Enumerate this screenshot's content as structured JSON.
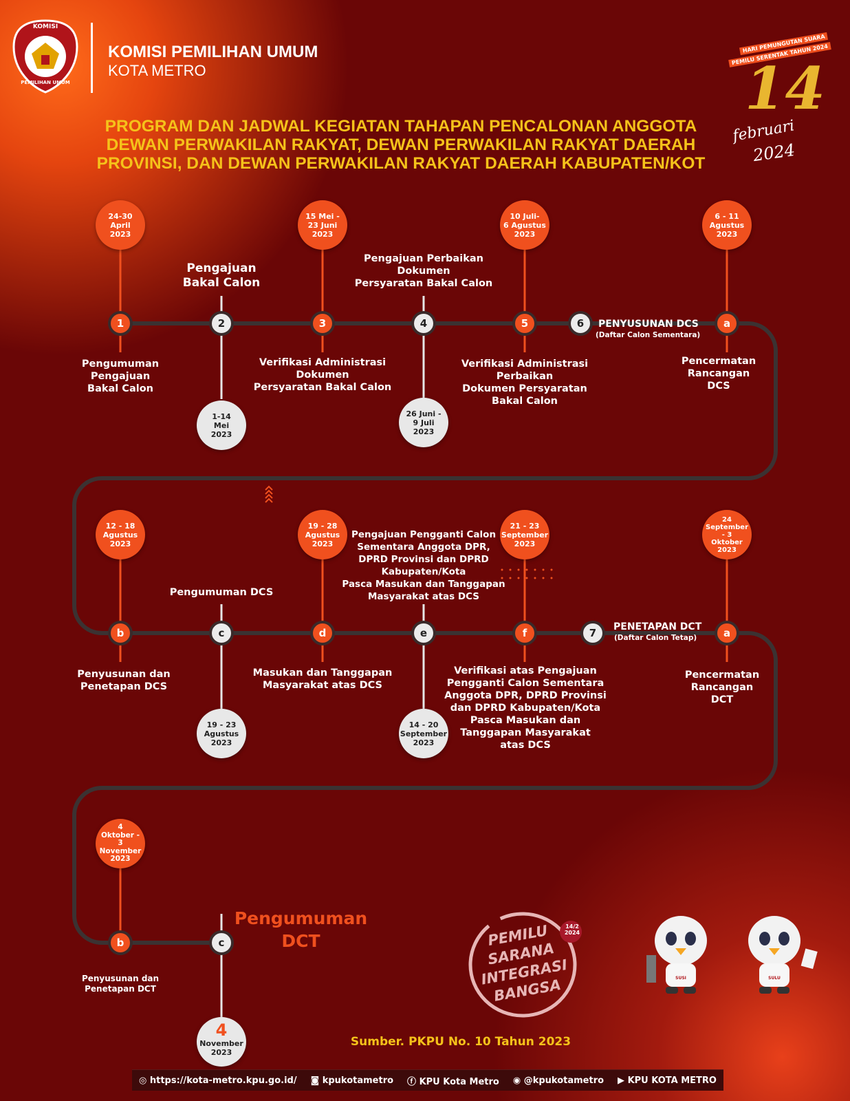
{
  "header": {
    "org_line1": "KOMISI PEMILIHAN UMUM",
    "org_line2": "KOTA METRO",
    "logo_top": "KOMISI",
    "logo_bottom": "PEMILIHAN UMUM",
    "title": "PROGRAM DAN JADWAL KEGIATAN TAHAPAN PENCALONAN ANGGOTA\nDEWAN PERWAKILAN RAKYAT, DEWAN PERWAKILAN RAKYAT DAERAH\nPROVINSI, DAN DEWAN PERWAKILAN RAKYAT DAERAH KABUPATEN/KOT",
    "badge_line1": "HARI PEMUNGUTAN SUARA",
    "badge_line2": "PEMILU SERENTAK TAHUN 2024",
    "big_date": "14",
    "big_month": "februari",
    "big_year": "2024"
  },
  "row1": {
    "dates": [
      "24-30\nApril\n2023",
      "15 Mei -\n23 Juni\n2023",
      "10 Juli-\n6 Agustus\n2023",
      "6 - 11\nAgustus\n2023"
    ],
    "bottom_dates": [
      "1-14\nMei\n2023",
      "26 Juni -\n9 Juli\n2023"
    ],
    "nodes": [
      "1",
      "2",
      "3",
      "4",
      "5",
      "6",
      "a"
    ],
    "labels_above": [
      "Pengajuan\nBakal Calon",
      "Pengajuan Perbaikan\nDokumen\nPersyaratan Bakal Calon"
    ],
    "labels_below": [
      "Pengumuman\nPengajuan\nBakal Calon",
      "Verifikasi Administrasi\nDokumen\nPersyaratan Bakal Calon",
      "Verifikasi Administrasi\nPerbaikan\nDokumen Persyaratan\nBakal Calon",
      "Pencermatan\nRancangan\nDCS"
    ],
    "stage_title": "PENYUSUNAN DCS",
    "stage_sub": "(Daftar Calon Sementara)"
  },
  "row2": {
    "dates": [
      "12 - 18\nAgustus\n2023",
      "19 - 28\nAgustus\n2023",
      "21 - 23\nSeptember\n2023",
      "24\nSeptember\n- 3\nOktober\n2023"
    ],
    "bottom_dates": [
      "19 - 23\nAgustus\n2023",
      "14 - 20\nSeptember\n2023"
    ],
    "nodes": [
      "b",
      "c",
      "d",
      "e",
      "f",
      "7",
      "a"
    ],
    "labels_above": [
      "Pengumuman DCS",
      "Pengajuan Pengganti Calon\nSementara Anggota DPR,\nDPRD Provinsi dan DPRD\nKabupaten/Kota\nPasca Masukan dan Tanggapan\nMasyarakat atas DCS"
    ],
    "labels_below": [
      "Penyusunan dan\nPenetapan DCS",
      "Masukan dan Tanggapan\nMasyarakat atas DCS",
      "Verifikasi atas Pengajuan\nPengganti Calon Sementara\nAnggota DPR, DPRD Provinsi\ndan DPRD Kabupaten/Kota\nPasca Masukan dan\nTanggapan Masyarakat\natas DCS",
      "Pencermatan\nRancangan\nDCT"
    ],
    "stage_title": "PENETAPAN DCT",
    "stage_sub": "(Daftar Calon Tetap)"
  },
  "row3": {
    "date": "4\nOktober -\n3\nNovember\n2023",
    "nodes": [
      "b",
      "c"
    ],
    "label_below": "Penyusunan dan\nPenetapan DCT",
    "final_label": "Pengumuman\nDCT",
    "final_date_day": "4",
    "final_date_rest": "November\n2023"
  },
  "stamp": {
    "text": "PEMILU\nSARANA\nINTEGRASI\nBANGSA",
    "date": "14/2\n2024"
  },
  "mascots": [
    "SUSI",
    "SULU"
  ],
  "source": "Sumber. PKPU No. 10 Tahun 2023",
  "footer": {
    "website": "https://kota-metro.kpu.go.id/",
    "instagram": "kpukotametro",
    "facebook": "KPU Kota Metro",
    "twitter": "@kpukotametro",
    "youtube": "KPU KOTA METRO"
  }
}
